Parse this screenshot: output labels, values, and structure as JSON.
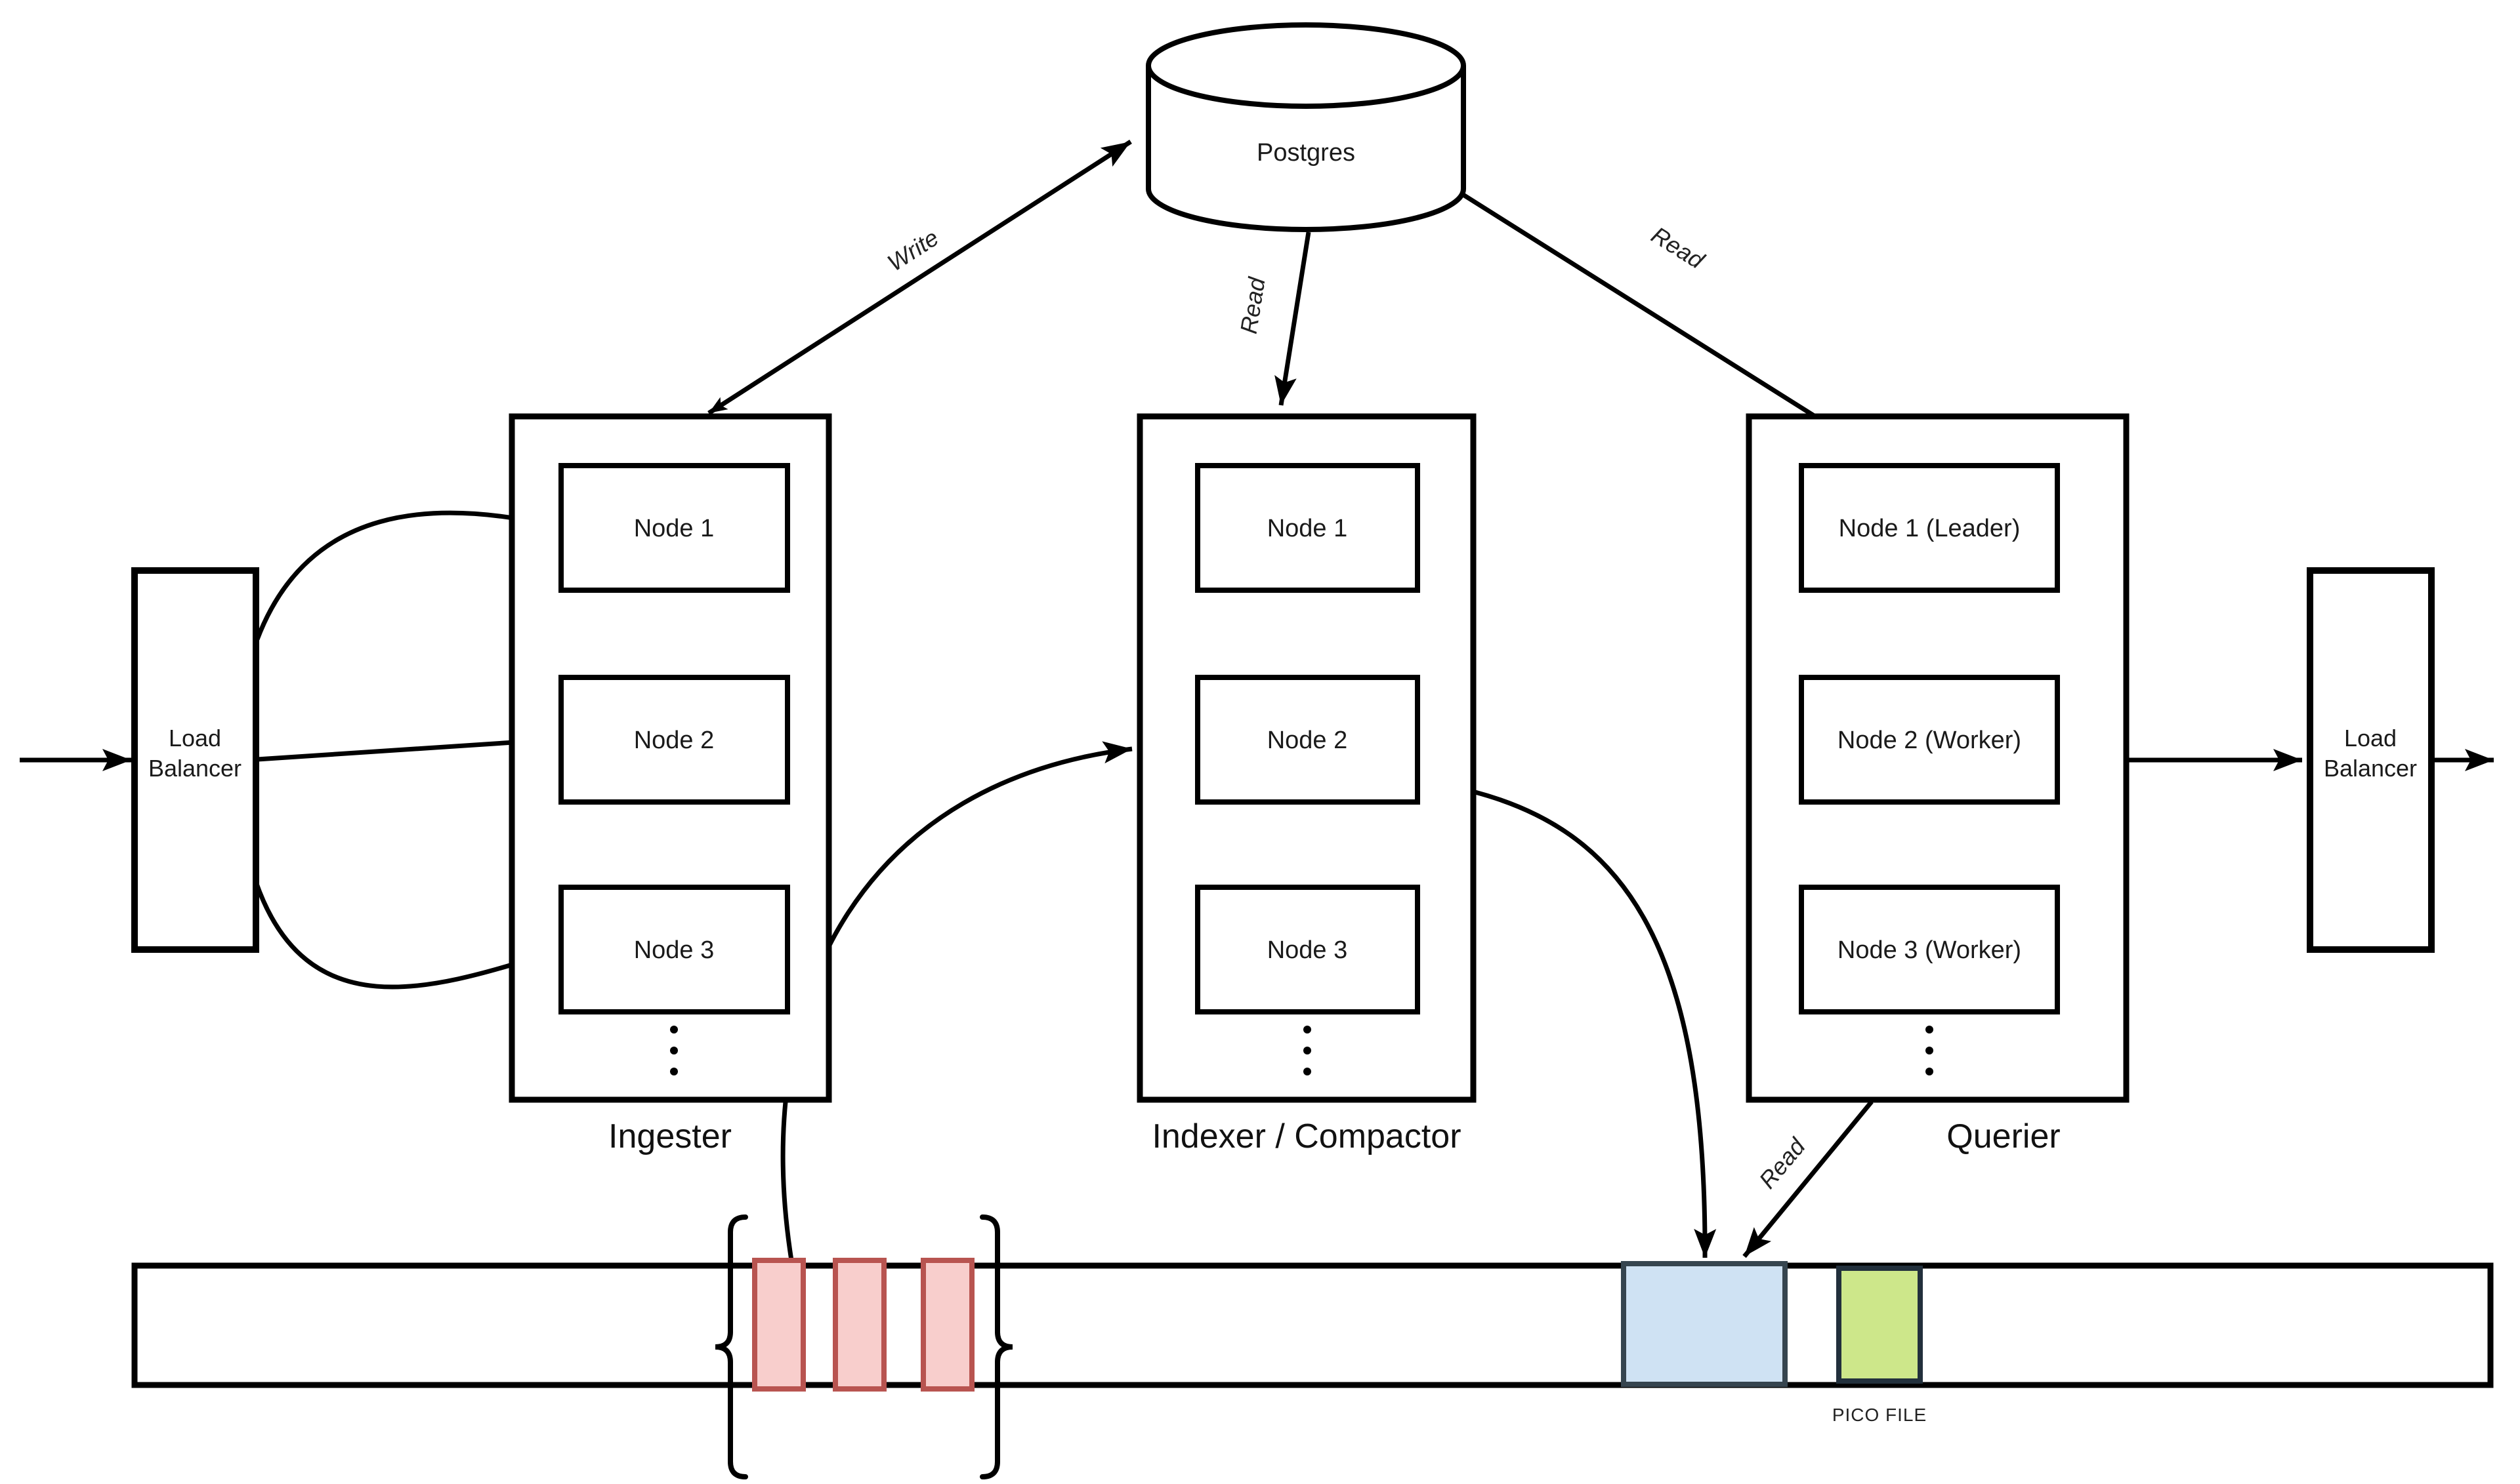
{
  "diagram": {
    "database": {
      "label": "Postgres"
    },
    "load_balancer_in": {
      "line1": "Load",
      "line2": "Balancer"
    },
    "load_balancer_out": {
      "line1": "Load",
      "line2": "Balancer"
    },
    "groups": [
      {
        "id": "ingester",
        "label": "Ingester",
        "nodes": [
          {
            "label": "Node 1"
          },
          {
            "label": "Node 2"
          },
          {
            "label": "Node 3"
          }
        ]
      },
      {
        "id": "indexer-compactor",
        "label": "Indexer / Compactor",
        "nodes": [
          {
            "label": "Node 1"
          },
          {
            "label": "Node 2"
          },
          {
            "label": "Node 3"
          }
        ]
      },
      {
        "id": "querier",
        "label": "Querier",
        "nodes": [
          {
            "label": "Node 1 (Leader)"
          },
          {
            "label": "Node 2 (Worker)"
          },
          {
            "label": "Node 3 (Worker)"
          }
        ]
      }
    ],
    "edges": {
      "write": {
        "label": "Write"
      },
      "read_to_indexer": {
        "label": "Read"
      },
      "read_to_querier": {
        "label": "Read"
      },
      "read_from_querier": {
        "label": "Read"
      }
    },
    "storage": {
      "pico_file_label": "PICO FILE",
      "colors": {
        "chunk_fill": "#F8CECC",
        "chunk_stroke": "#B85450",
        "block_fill": "#CFE2F3",
        "block_stroke": "#36454F",
        "pico_fill": "#CDE78A",
        "pico_stroke": "#22303C"
      }
    }
  }
}
